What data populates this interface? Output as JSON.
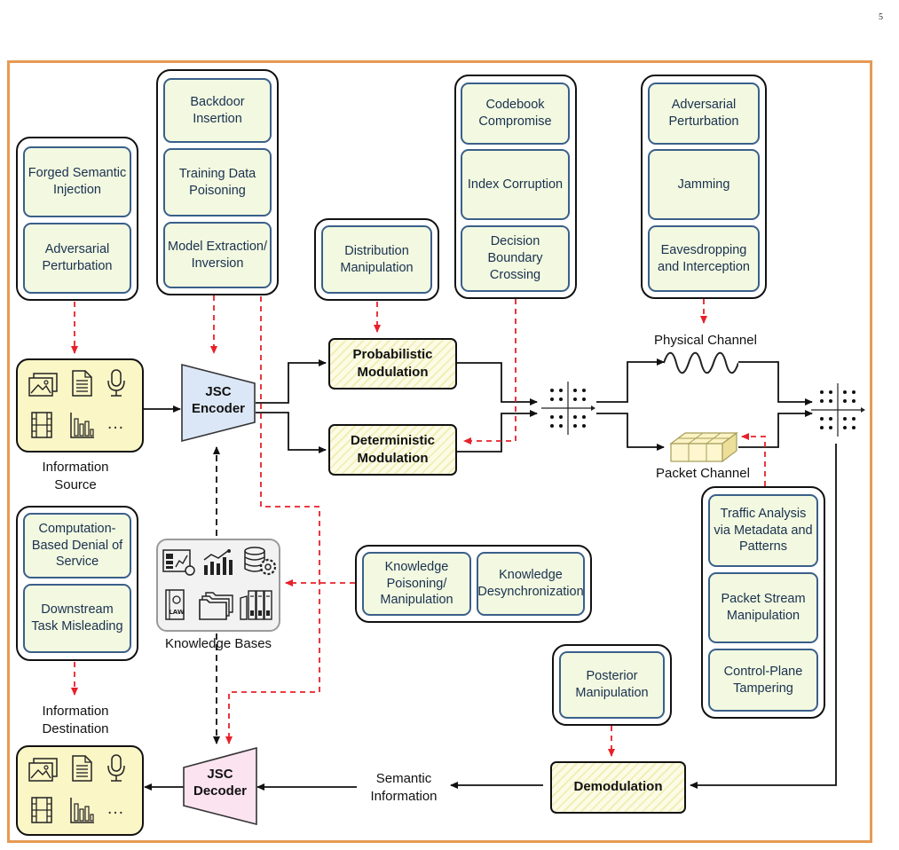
{
  "page_number": "5",
  "colors": {
    "frame": "#e69a55",
    "attack_arrow": "#e8202a",
    "threat_fill": "#f2f9e0",
    "threat_border": "#3a5f8a",
    "source_fill": "#fbf6c6",
    "encoder_fill": "#dbe7f6",
    "decoder_fill": "#fbe3f0"
  },
  "groups": {
    "source_attacks": [
      "Forged Semantic Injection",
      "Adversarial Perturbation"
    ],
    "encoder_attacks": [
      "Backdoor Insertion",
      "Training Data Poisoning",
      "Model Extraction/ Inversion"
    ],
    "distribution_attacks": [
      "Distribution Manipulation"
    ],
    "codebook_attacks": [
      "Codebook Compromise",
      "Index Corruption",
      "Decision Boundary Crossing"
    ],
    "physical_attacks": [
      "Adversarial Perturbation",
      "Jamming",
      "Eavesdropping and Interception"
    ],
    "destination_attacks": [
      "Computation-Based Denial of Service",
      "Downstream Task Misleading"
    ],
    "knowledge_attacks": [
      "Knowledge Poisoning/ Manipulation",
      "Knowledge Desynchronization"
    ],
    "packet_attacks": [
      "Traffic Analysis via Metadata and Patterns",
      "Packet Stream Manipulation",
      "Control-Plane Tampering"
    ],
    "posterior_attacks": [
      "Posterior Manipulation"
    ]
  },
  "labels": {
    "information_source": "Information Source",
    "information_destination": "Information Destination",
    "knowledge_bases": "Knowledge Bases",
    "physical_channel": "Physical Channel",
    "packet_channel": "Packet Channel",
    "semantic_information": "Semantic Information"
  },
  "blocks": {
    "encoder": "JSC Encoder",
    "decoder": "JSC Decoder",
    "probabilistic": "Probabilistic Modulation",
    "deterministic": "Deterministic Modulation",
    "demodulation": "Demodulation"
  },
  "icons": {
    "media": [
      "image-icon",
      "document-icon",
      "microphone-icon",
      "film-icon",
      "bar-chart-icon",
      "ellipsis-icon"
    ],
    "media_ellipsis": "…",
    "knowledge": [
      "dashboard-icon",
      "chart-icon",
      "database-gear-icon",
      "law-book-icon",
      "folders-icon",
      "binders-icon"
    ],
    "law_text": "LAW",
    "constellation": "constellation-icon",
    "sine_wave": "sine-wave-icon",
    "packet": "packet-blocks-icon"
  }
}
